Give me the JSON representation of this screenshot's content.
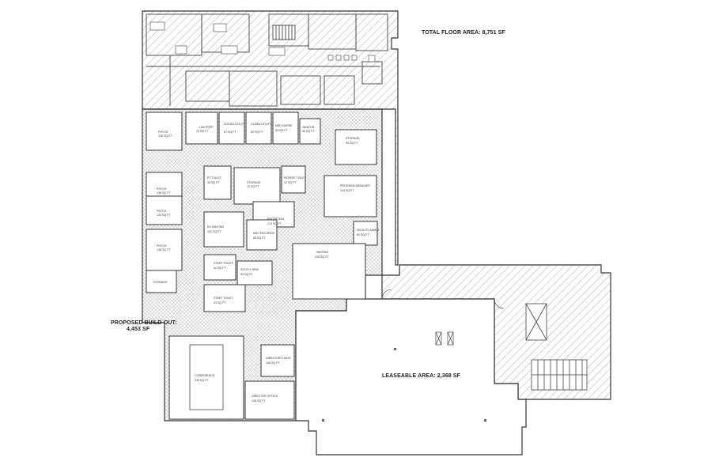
{
  "labels": {
    "total_floor_area": "TOTAL FLOOR AREA: 8,751 SF",
    "proposed_buildout_line1": "PROPOSED BUILD-OUT:",
    "proposed_buildout_line2": "4,453 SF",
    "leaseable_area": "LEASEABLE AREA: 2,368 SF"
  },
  "rooms": [
    {
      "name": "PSYCH",
      "area": "136 SQ FT"
    },
    {
      "name": "LAB PREP",
      "area": "70 SQ FT"
    },
    {
      "name": "SOILED UTILITY",
      "area": "67 SQ FT"
    },
    {
      "name": "CLEAN UTILITY",
      "area": "62 SQ FT"
    },
    {
      "name": "MED NURSE",
      "area": "50 SQ FT"
    },
    {
      "name": "JANITOR",
      "area": "46 SQ FT"
    },
    {
      "name": "STORAGE",
      "area": "95 SQ FT"
    },
    {
      "name": "PSYCH",
      "area": "136 SQ FT"
    },
    {
      "name": "PSYCH",
      "area": "134 SQ FT"
    },
    {
      "name": "PSYCH",
      "area": "136 SQ FT"
    },
    {
      "name": "STORAGE",
      "area": "70 SQ FT"
    },
    {
      "name": "PATIENT TOILET",
      "area": "41 SQ FT"
    },
    {
      "name": "PROGRAM MANAGER",
      "area": "104 SQ FT"
    },
    {
      "name": "PT TOILET",
      "area": "45 SQ FT"
    },
    {
      "name": "RECEPTION",
      "area": "174 SQ FT"
    },
    {
      "name": "ED WAITING",
      "area": "132 SQ FT"
    },
    {
      "name": "MED RECORDS",
      "area": "85 SQ FT"
    },
    {
      "name": "FACILITY ADMIN",
      "area": "60 SQ FT"
    },
    {
      "name": "WAITING",
      "area": "225 SQ FT"
    },
    {
      "name": "STAFF TOILET",
      "area": "42 SQ FT"
    },
    {
      "name": "SOUTH VIEW",
      "area": "99 SQ FT"
    },
    {
      "name": "STAFF TOILET",
      "area": "41 SQ FT"
    },
    {
      "name": "STORAGE",
      "area": ""
    },
    {
      "name": "CONFERENCE",
      "area": "345 SQ FT"
    },
    {
      "name": "DIRECTOR'S ASST",
      "area": "106 SQ FT"
    },
    {
      "name": "DIRECTOR OFFICE",
      "area": "145 SQ FT"
    }
  ],
  "colors": {
    "wall": "#333333",
    "hatch_existing": "#9a9a9a",
    "crosshatch_buildout": "#6f6f6f",
    "background": "#ffffff"
  }
}
